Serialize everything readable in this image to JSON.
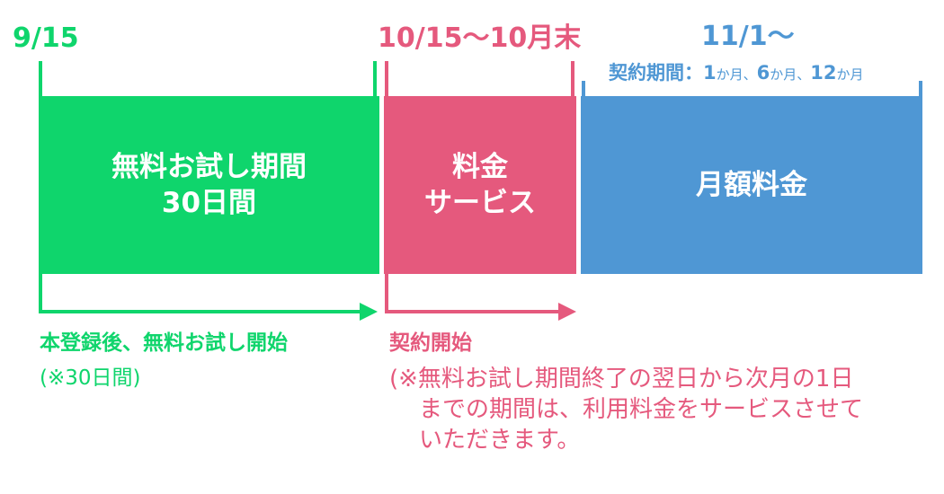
{
  "dates": {
    "trial_start": "9/15",
    "service_period": "10/15～10月末",
    "monthly_start": "11/1～"
  },
  "contract_period": {
    "label": "契約期間：",
    "n1": "1",
    "unit1": "か月、",
    "n2": "6",
    "unit2": "か月、",
    "n3": "12",
    "unit3": "か月"
  },
  "blocks": {
    "trial_line1": "無料お試し期間",
    "trial_line2": "30日間",
    "service_line1": "料金",
    "service_line2": "サービス",
    "monthly": "月額料金"
  },
  "notes": {
    "trial_start_label": "本登録後、無料お試し開始",
    "trial_days": "(※30日間)",
    "contract_start_label": "契約開始",
    "service_note_line1": "(※無料お試し期間終了の翌日から次月の1日",
    "service_note_line2": "までの期間は、利用料金をサービスさせて",
    "service_note_line3": "いただきます。"
  },
  "colors": {
    "trial": "#0fd56c",
    "service": "#e5597d",
    "monthly": "#4f97d4"
  }
}
